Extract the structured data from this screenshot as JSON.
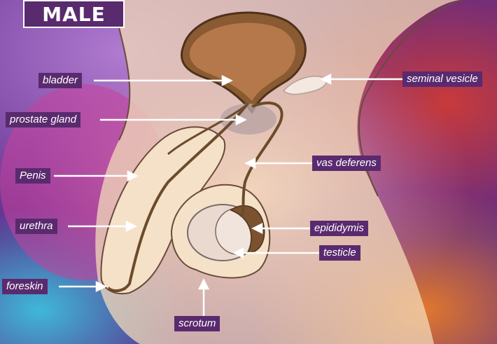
{
  "title": "MALE",
  "labels": {
    "bladder": "bladder",
    "prostate": "prostate gland",
    "penis": "Penis",
    "urethra": "urethra",
    "foreskin": "foreskin",
    "scrotum": "scrotum",
    "seminal_vesicle": "seminal vesicle",
    "vas_deferens": "vas deferens",
    "epididymis": "epididymis",
    "testicle": "testicle"
  },
  "colors": {
    "label_bg": "#5a2a6e",
    "label_text": "#ffffff",
    "organ_brown": "#7a5230",
    "skin": "#f2d9b8"
  }
}
